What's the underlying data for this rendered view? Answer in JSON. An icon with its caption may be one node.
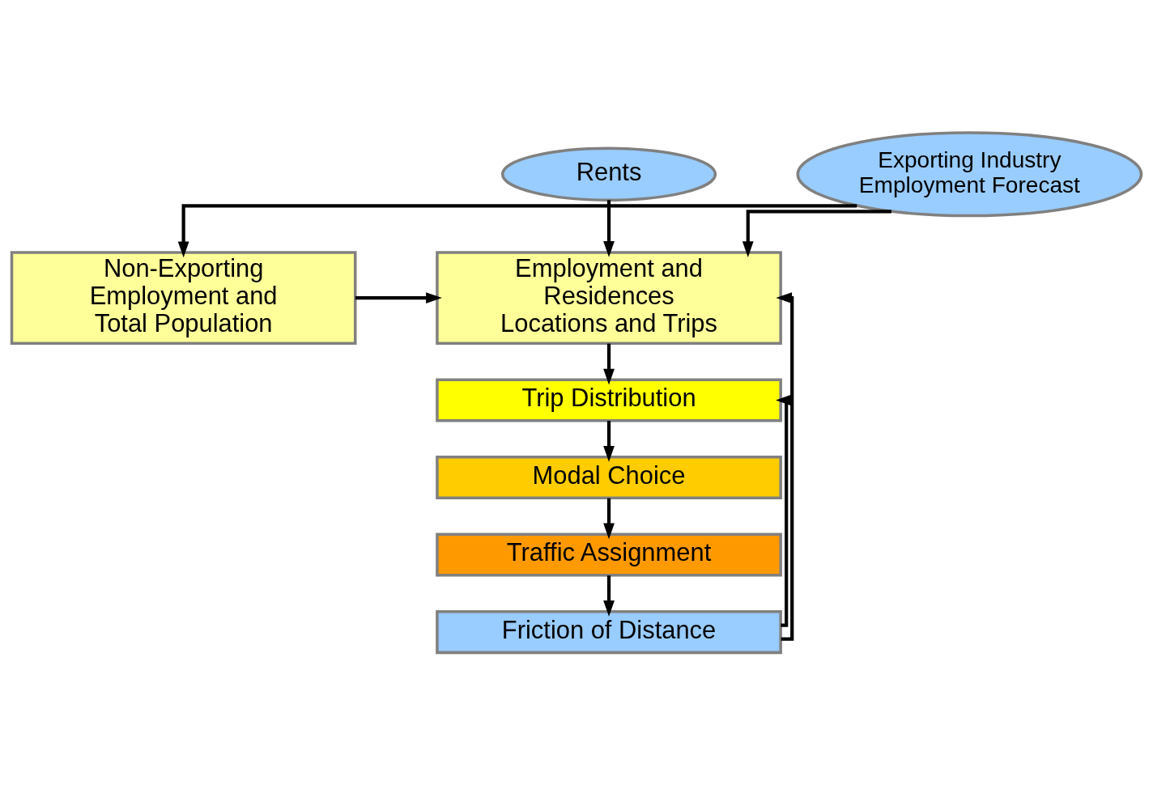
{
  "diagram": {
    "nodes": [
      {
        "text": [
          "Rents"
        ]
      },
      {
        "text": [
          "Employment and Residences Locations and Trips"
        ]
      },
      {
        "text": [
          "Non-Exporting Employment and Total Population"
        ]
      },
      {
        "text": [
          "Trip Distribution"
        ]
      },
      {
        "text": [
          "Modal Choice"
        ]
      },
      {
        "text": [
          "Traffic Assignment"
        ]
      },
      {
        "text": [
          "Friction of Distance"
        ]
      },
      {
        "text": [
          "Exporting Industry Employment Forecast"
        ]
      }
    ],
    "edges": [
      {
        "from": 0,
        "to": 1,
        "arrow": "to"
      },
      {
        "from": 2,
        "to": 1,
        "arrow": "to"
      },
      {
        "from": 7,
        "to": 1,
        "arrow": "to"
      },
      {
        "from": 7,
        "to": 2,
        "arrow": "to"
      },
      {
        "from": 1,
        "to": 3,
        "arrow": "to"
      },
      {
        "from": 3,
        "to": 4,
        "arrow": "to"
      },
      {
        "from": 4,
        "to": 5,
        "arrow": "to"
      },
      {
        "from": 5,
        "to": 6,
        "arrow": "to"
      },
      {
        "from": 6,
        "to": 1,
        "arrow": "to"
      },
      {
        "from": 6,
        "to": 3,
        "arrow": "to"
      }
    ]
  }
}
